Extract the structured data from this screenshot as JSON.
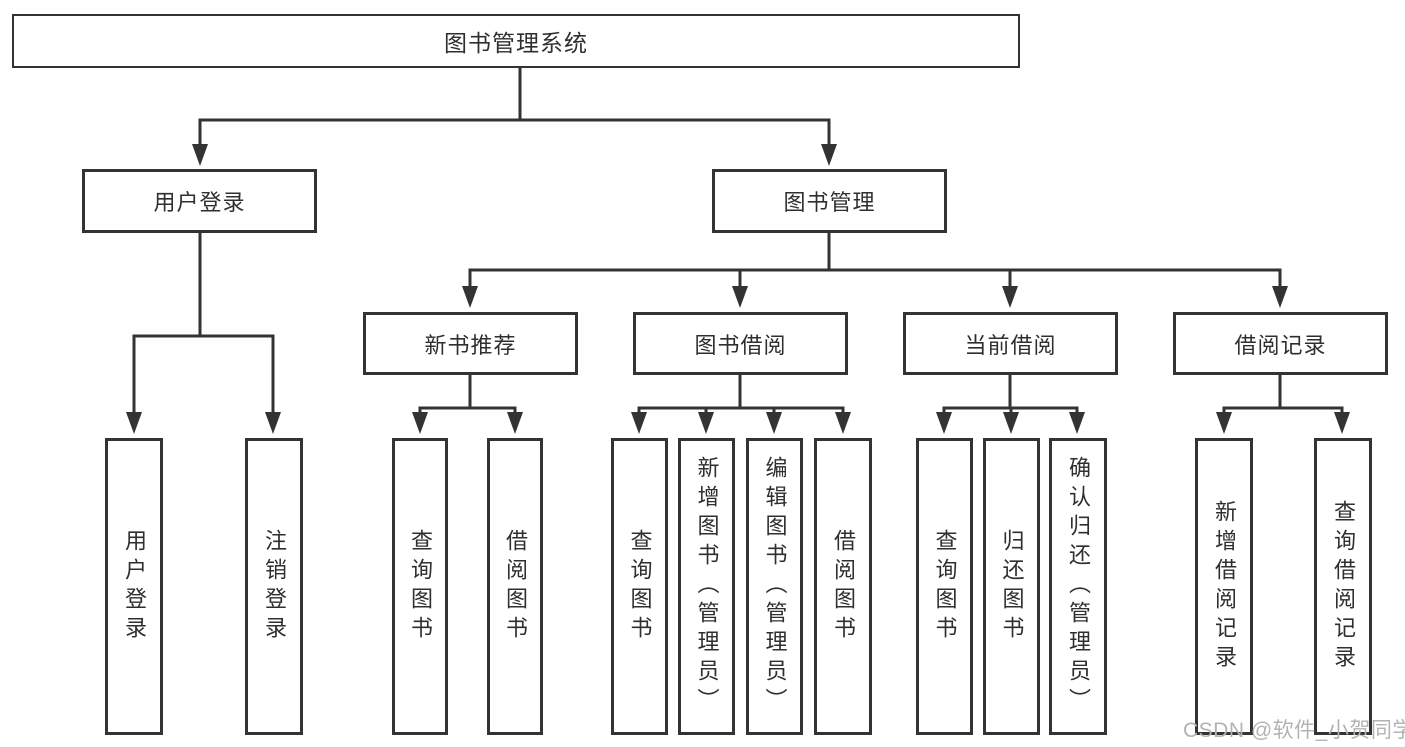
{
  "title": "图书管理系统",
  "watermark": {
    "text": "CSDN @软件_小贺同学",
    "color": "#b3b3b3"
  },
  "colors": {
    "line": "#333333",
    "box_border": "#333333",
    "box_background": "#ffffff",
    "text": "#2f2f2f",
    "page_background": "#ffffff"
  },
  "tree": {
    "label": "图书管理系统",
    "children": [
      {
        "label": "用户登录",
        "children": [
          {
            "label": "用户登录"
          },
          {
            "label": "注销登录"
          }
        ]
      },
      {
        "label": "图书管理",
        "children": [
          {
            "label": "新书推荐",
            "children": [
              {
                "label": "查询图书"
              },
              {
                "label": "借阅图书"
              }
            ]
          },
          {
            "label": "图书借阅",
            "children": [
              {
                "label": "查询图书"
              },
              {
                "label": "新增图书（管理员）"
              },
              {
                "label": "编辑图书（管理员）"
              },
              {
                "label": "借阅图书"
              }
            ]
          },
          {
            "label": "当前借阅",
            "children": [
              {
                "label": "查询图书"
              },
              {
                "label": "归还图书"
              },
              {
                "label": "确认归还（管理员）"
              }
            ]
          },
          {
            "label": "借阅记录",
            "children": [
              {
                "label": "新增借阅记录"
              },
              {
                "label": "查询借阅记录"
              }
            ]
          }
        ]
      }
    ]
  }
}
